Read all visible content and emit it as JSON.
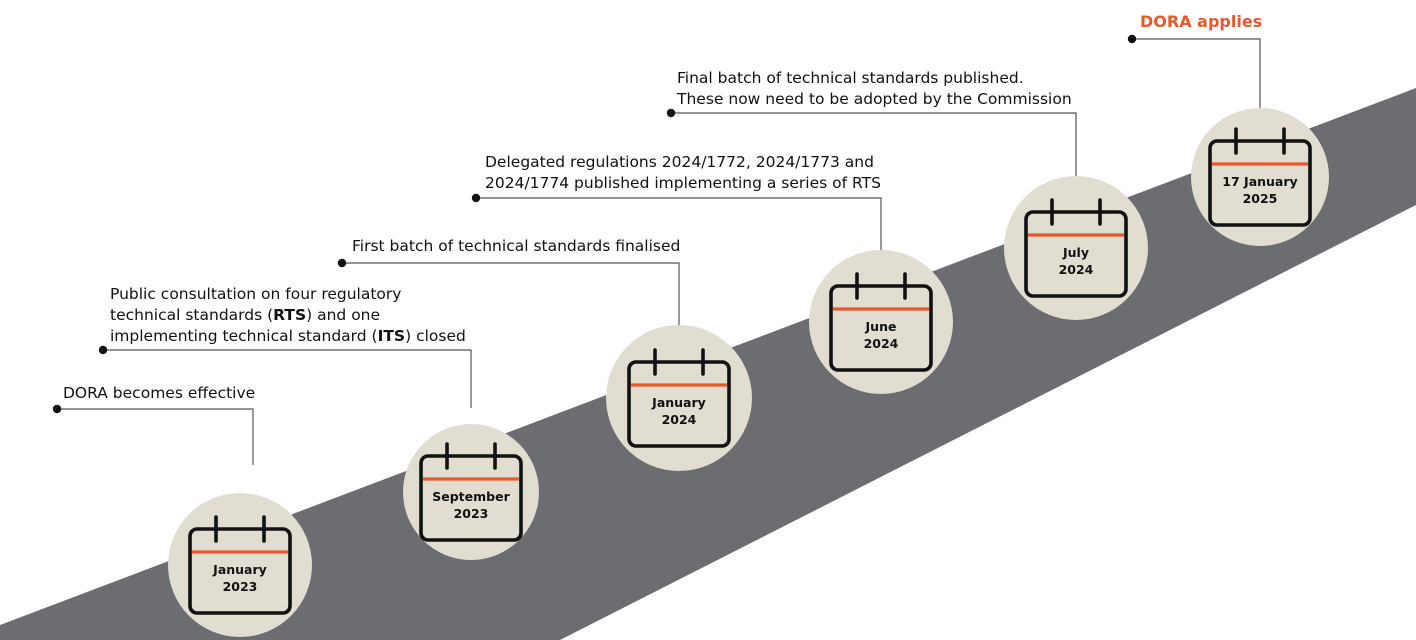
{
  "colors": {
    "road": "#6c6d70",
    "badge": "#e2ddd1",
    "accent": "#e8582a",
    "text": "#111111"
  },
  "icon": "calendar-icon",
  "milestones": [
    {
      "date_line1": "January",
      "date_line2": "2023",
      "note_lines": [
        "DORA becomes effective"
      ]
    },
    {
      "date_line1": "September",
      "date_line2": "2023",
      "note_lines": [
        "Public consultation on four regulatory",
        "technical standards (",
        "RTS",
        ") and one",
        "implementing technical standard (",
        "ITS",
        ") closed"
      ]
    },
    {
      "date_line1": "January",
      "date_line2": "2024",
      "note_lines": [
        "First batch of technical standards finalised"
      ]
    },
    {
      "date_line1": "June",
      "date_line2": "2024",
      "note_lines": [
        "Delegated regulations 2024/1772, 2024/1773 and",
        "2024/1774 published implementing a series of RTS"
      ]
    },
    {
      "date_line1": "July",
      "date_line2": "2024",
      "note_lines": [
        "Final batch of technical standards published.",
        "These now need to be adopted by the Commission"
      ]
    },
    {
      "date_line1": "17 January",
      "date_line2": "2025",
      "note_lines": [
        "DORA applies"
      ]
    }
  ]
}
